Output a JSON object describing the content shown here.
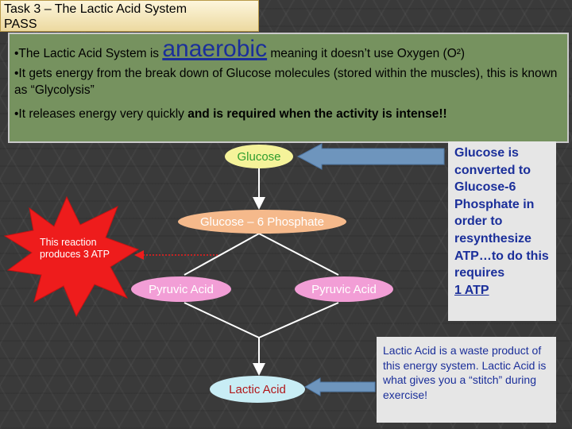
{
  "title": {
    "line1": "Task 3 – The Lactic Acid System",
    "line2": "PASS"
  },
  "info": {
    "b1_pre": "•The Lactic Acid System is ",
    "b1_word": "anaerobic",
    "b1_post": " meaning it doesn’t use Oxygen (O²)",
    "b2": "•It gets energy from the break down of Glucose molecules (stored within the muscles), this is known as “Glycolysis”",
    "b3_pre": "•It releases energy very quickly ",
    "b3_bold": "and is required when the activity is intense!!"
  },
  "nodes": {
    "glucose": "Glucose",
    "g6p": "Glucose – 6 Phosphate",
    "pyruvic_left": "Pyruvic Acid",
    "pyruvic_right": "Pyruvic Acid",
    "lactic": "Lactic Acid"
  },
  "notes": {
    "glucose_text": "Glucose is converted to Glucose-6 Phosphate in order to resynthesize ATP…to do this requires ",
    "glucose_atp": "1 ATP",
    "lactic_text": "Lactic Acid is a waste product of this energy system. Lactic Acid is what gives you a “stitch” during exercise!",
    "star_text": "This reaction produces 3 ATP"
  },
  "colors": {
    "info_green": "#76925f",
    "note_blue": "#1b2f9a",
    "star_red": "#ee1c1c",
    "arrow_blue": "#6e95bd"
  }
}
